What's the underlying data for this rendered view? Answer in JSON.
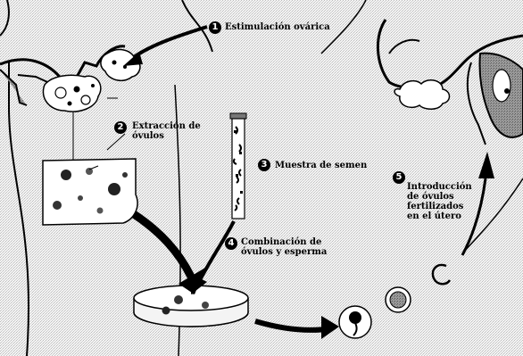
{
  "steps": [
    {
      "number": "1",
      "label": "Estimulación ovárica"
    },
    {
      "number": "2",
      "label_lines": [
        "Extracción de",
        "óvulos"
      ]
    },
    {
      "number": "3",
      "label": "Muestra de semen"
    },
    {
      "number": "4",
      "label_lines": [
        "Combinación de",
        "óvulos y esperma"
      ]
    },
    {
      "number": "5",
      "label_lines": [
        "Introducción",
        "de óvulos",
        "fertilizados",
        "en el útero"
      ]
    }
  ]
}
